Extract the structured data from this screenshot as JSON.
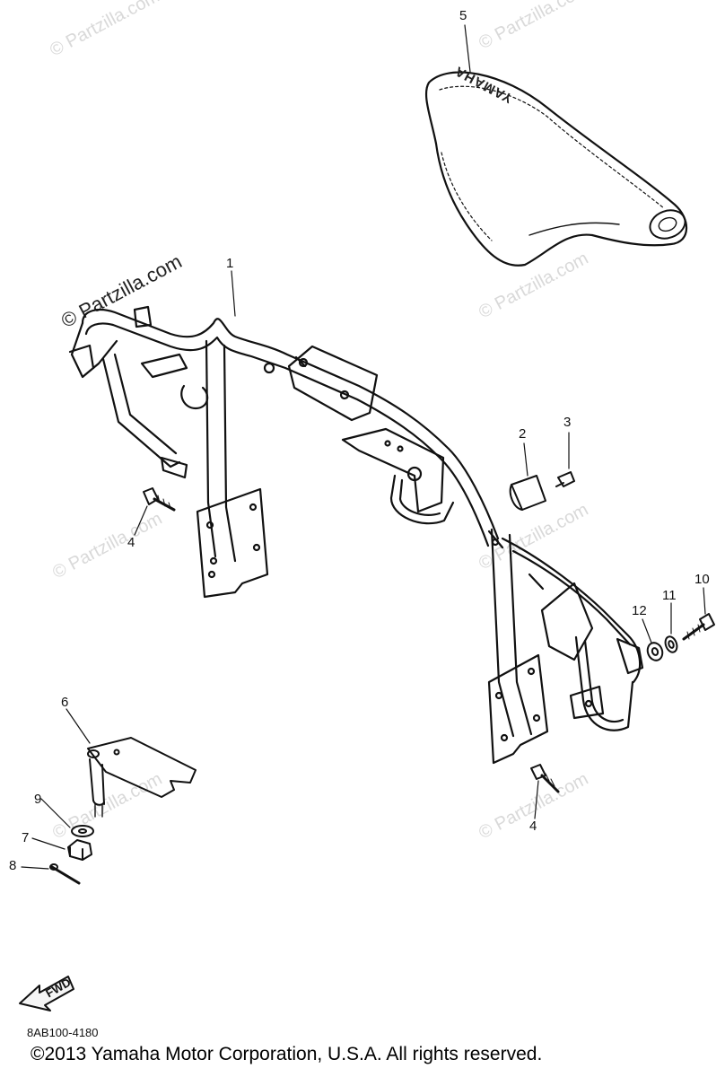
{
  "watermark_text": "© Partzilla.com",
  "seat_brand": "YAMAHA",
  "fwd_label": "FWD",
  "part_code": "8AB100-4180",
  "copyright": "©2013  Yamaha Motor Corporation, U.S.A. All rights reserved.",
  "callouts": {
    "c1": "1",
    "c2": "2",
    "c3": "3",
    "c4a": "4",
    "c4b": "4",
    "c5": "5",
    "c6": "6",
    "c7": "7",
    "c8": "8",
    "c9": "9",
    "c10": "10",
    "c11": "11",
    "c12": "12"
  }
}
